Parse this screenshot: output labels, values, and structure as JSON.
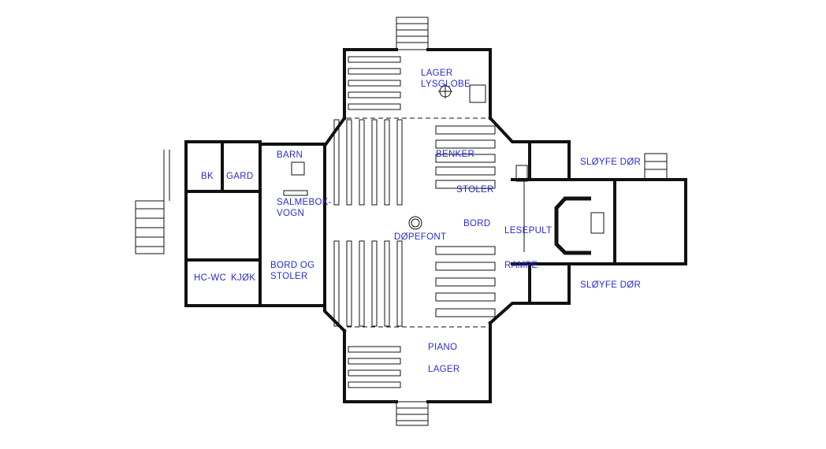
{
  "plan": {
    "label_color": "#2a2ad0",
    "wall_color": "#111111",
    "rooms": {
      "lager_top": "LAGER",
      "lysglobe": "LYSGLOBE",
      "barn": "BARN",
      "bk": "BK",
      "gard": "GARD",
      "salmebokvogn_1": "SALMEBOK-",
      "salmebokvogn_2": "VOGN",
      "benker": "BENKER",
      "stoler": "STOLER",
      "bord": "BORD",
      "dopefont": "DØPEFONT",
      "lesepult": "LESEPULT",
      "rampe": "RAMPE",
      "bord_og_1": "BORD OG",
      "bord_og_2": "STOLER",
      "hc_wc": "HC-WC",
      "kjok": "KJØK",
      "sloyfe_dor_top": "SLØYFE DØR",
      "sloyfe_dor_bottom": "SLØYFE DØR",
      "piano": "PIANO",
      "lager_bottom": "LAGER"
    }
  }
}
